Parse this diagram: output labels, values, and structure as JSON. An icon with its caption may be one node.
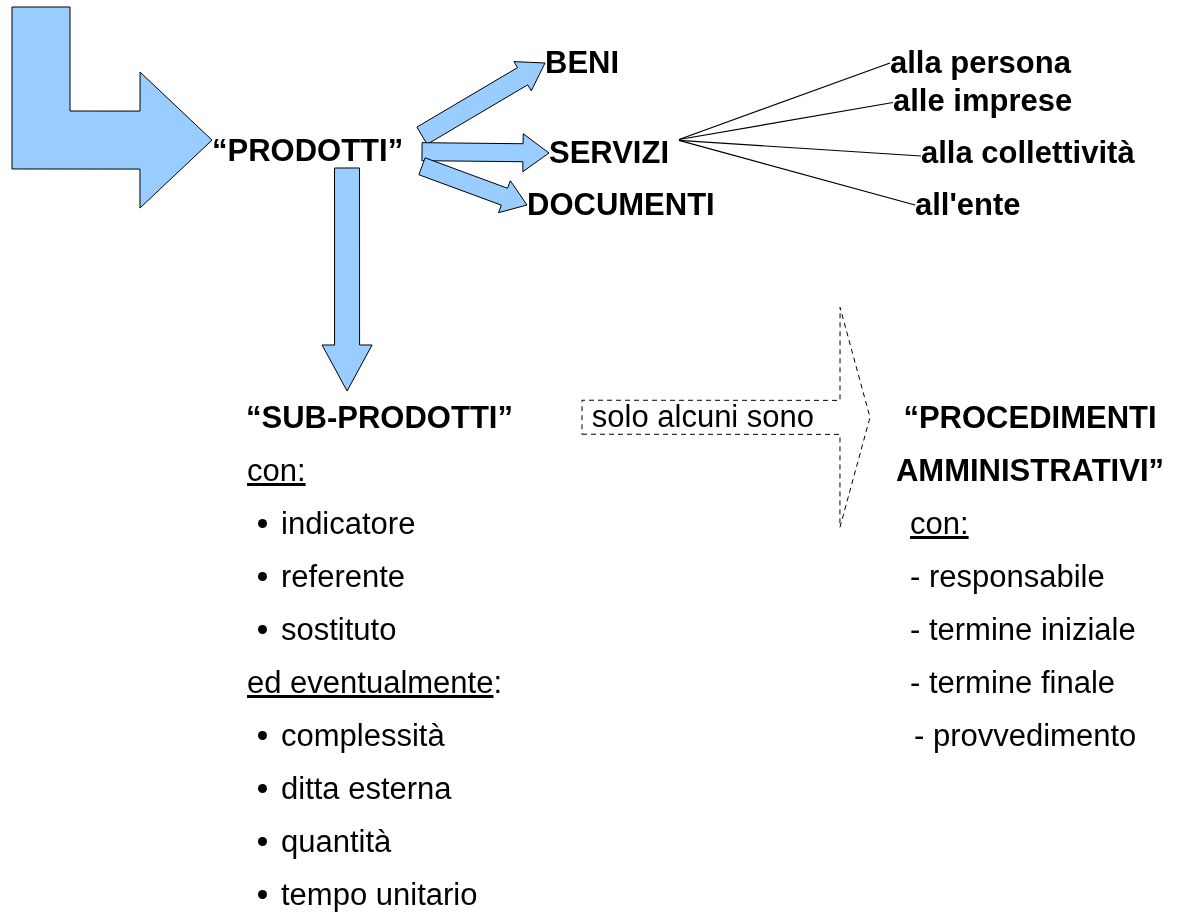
{
  "diagram": {
    "nodes": [
      {
        "text": [
          "“PRODOTTI”"
        ]
      },
      {
        "text": [
          "BENI"
        ]
      },
      {
        "text": [
          "SERVIZI"
        ]
      },
      {
        "text": [
          "DOCUMENTI"
        ]
      },
      {
        "text": [
          "alla persona"
        ]
      },
      {
        "text": [
          "alle imprese"
        ]
      },
      {
        "text": [
          "alla collettività"
        ]
      },
      {
        "text": [
          "all'ente"
        ]
      },
      {
        "text": [
          "“SUB-PRODOTTI”",
          "con:",
          "indicatore",
          "referente",
          "sostituto",
          "ed eventualmente:",
          "complessità",
          "ditta esterna",
          "quantità",
          "tempo unitario"
        ]
      },
      {
        "text": [
          "“PROCEDIMENTI AMMINISTRATIVI”",
          "con:",
          "- responsabile",
          "- termine iniziale",
          "- termine finale",
          "- provvedimento"
        ]
      }
    ],
    "edges": [
      {
        "from": null,
        "to": 0,
        "arrow": "to",
        "style": "thick"
      },
      {
        "from": 0,
        "to": 1,
        "arrow": "to",
        "style": "thick"
      },
      {
        "from": 0,
        "to": 2,
        "arrow": "to",
        "style": "thick"
      },
      {
        "from": 0,
        "to": 3,
        "arrow": "to",
        "style": "thick"
      },
      {
        "from": 0,
        "to": 8,
        "arrow": "to",
        "style": "thick"
      },
      {
        "from": 2,
        "to": 4,
        "arrow": "none"
      },
      {
        "from": 2,
        "to": 5,
        "arrow": "none"
      },
      {
        "from": 2,
        "to": 6,
        "arrow": "none"
      },
      {
        "from": 2,
        "to": 7,
        "arrow": "none"
      },
      {
        "from": 8,
        "to": 9,
        "arrow": "to",
        "style": "dashed",
        "label": "solo alcuni sono"
      }
    ]
  }
}
